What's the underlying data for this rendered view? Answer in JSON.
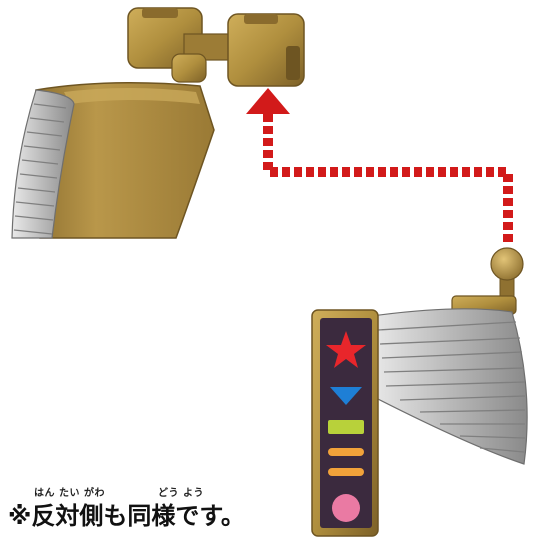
{
  "note": {
    "text": "※反対側も同様です。",
    "furigana_hantaigawa": "はん たい がわ",
    "furigana_douyou": "どう よう"
  },
  "colors": {
    "gold": "#b08f3e",
    "silver": "#b5b5b5",
    "arrow_red": "#d21a1a",
    "panel_dark": "#3b2a3e",
    "star_red": "#e8262b",
    "triangle_blue": "#1e7fd6",
    "bar_green": "#b8d13a",
    "bar_orange": "#f1a23a",
    "circle_pink": "#ea7aa3"
  },
  "icons": [
    "star-icon",
    "triangle-down-icon",
    "green-bar-icon",
    "orange-bar-icon",
    "orange-pill-icon",
    "pink-circle-icon",
    "dotted-arrow-icon"
  ]
}
